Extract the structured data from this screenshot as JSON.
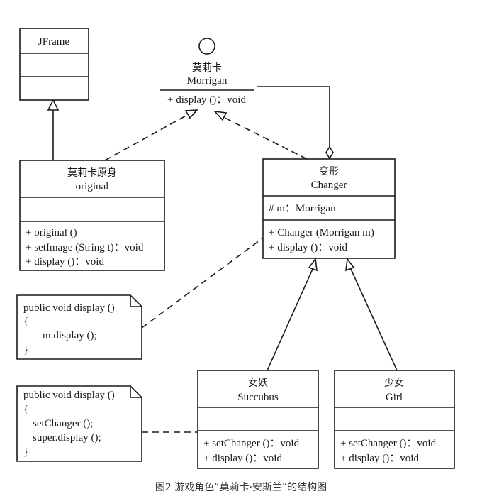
{
  "classes": {
    "jframe": {
      "name": "JFrame"
    },
    "morrigan": {
      "name_cn": "莫莉卡",
      "name_en": "Morrigan",
      "methods": [
        "+ display ()：void"
      ]
    },
    "original": {
      "name_cn": "莫莉卡原身",
      "name_en": "original",
      "methods": [
        "+ original ()",
        "+ setImage (String t)：void",
        "+ display ()：void"
      ]
    },
    "changer": {
      "name_cn": "变形",
      "name_en": "Changer",
      "attributes": [
        "# m：Morrigan"
      ],
      "methods": [
        "+ Changer (Morrigan m)",
        "+ display ()：void"
      ]
    },
    "succubus": {
      "name_cn": "女妖",
      "name_en": "Succubus",
      "methods": [
        "+ setChanger ()：void",
        "+ display ()：void"
      ]
    },
    "girl": {
      "name_cn": "少女",
      "name_en": "Girl",
      "methods": [
        "+ setChanger ()：void",
        "+ display ()：void"
      ]
    }
  },
  "notes": {
    "changer_note": [
      "public void display ()",
      "{",
      "m.display ();",
      "}"
    ],
    "succubus_note": [
      "public void display ()",
      "{",
      "setChanger ();",
      "super.display ();",
      "}"
    ]
  },
  "caption": "图2 游戏角色“莫莉卡·安斯兰”的结构图"
}
